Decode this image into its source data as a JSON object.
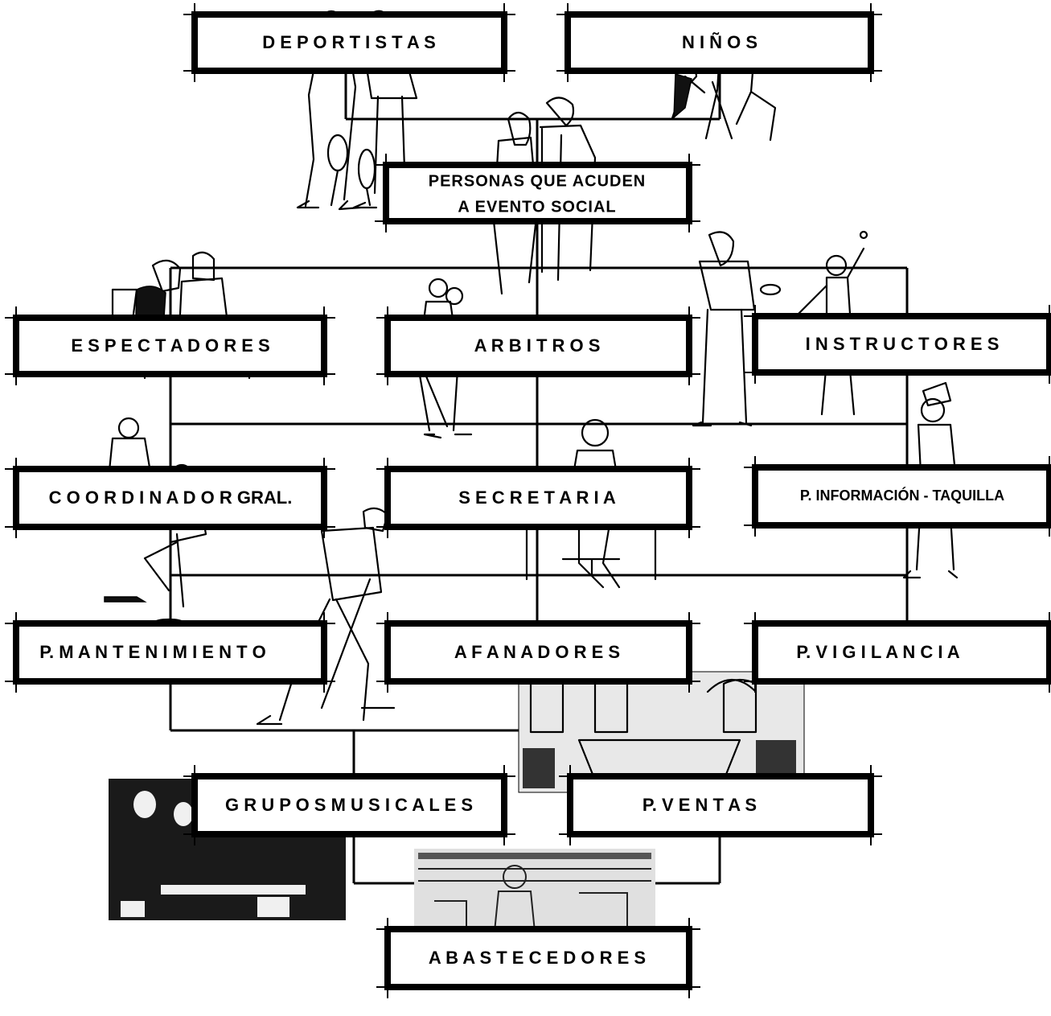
{
  "diagram": {
    "nodes": [
      {
        "id": "deportistas",
        "label": "D E P O R T I S T A S"
      },
      {
        "id": "ninos",
        "label": "N I Ñ O S"
      },
      {
        "id": "evento_social_1",
        "label": "PERSONAS QUE ACUDEN"
      },
      {
        "id": "evento_social_2",
        "label": "A EVENTO SOCIAL"
      },
      {
        "id": "espectadores",
        "label": "E S P E C T A D O R E S"
      },
      {
        "id": "arbitros",
        "label": "A R B I T R O S"
      },
      {
        "id": "instructores",
        "label": "I N S T R U C T O R E S"
      },
      {
        "id": "coordinador",
        "label": "C O O R D I N A D O R   GRAL."
      },
      {
        "id": "secretaria",
        "label": "S E C R E T A R I A"
      },
      {
        "id": "informacion",
        "label": "P. INFORMACIÓN - TAQUILLA"
      },
      {
        "id": "mantenimiento",
        "label": "P.  M A N T E N I M I E N T O"
      },
      {
        "id": "afanadores",
        "label": "A F A N A D O R E S"
      },
      {
        "id": "vigilancia",
        "label": "P.  V I G I L A N C I A"
      },
      {
        "id": "musicales",
        "label": "G R U P O S   M U S I C A L E S"
      },
      {
        "id": "ventas",
        "label": "P.   V E N T A S"
      },
      {
        "id": "abastecedores",
        "label": "A B A S T E C E D O R E S"
      }
    ],
    "illustrations": [
      {
        "id": "tennis-players",
        "icon": "tennis-players-icon"
      },
      {
        "id": "children-playing",
        "icon": "children-icon"
      },
      {
        "id": "couple",
        "icon": "couple-icon"
      },
      {
        "id": "spectators",
        "icon": "spectators-icon"
      },
      {
        "id": "referees",
        "icon": "referees-icon"
      },
      {
        "id": "instructor",
        "icon": "instructor-icon"
      },
      {
        "id": "coordinator-seated",
        "icon": "coordinator-icon"
      },
      {
        "id": "secretary-desk",
        "icon": "secretary-icon"
      },
      {
        "id": "ticket-clerk",
        "icon": "clerk-icon"
      },
      {
        "id": "maintenance-worker",
        "icon": "maintenance-icon"
      },
      {
        "id": "restaurant-scene",
        "icon": "restaurant-photo-icon"
      },
      {
        "id": "band-photo",
        "icon": "band-photo-icon"
      },
      {
        "id": "market-scene",
        "icon": "market-photo-icon"
      }
    ]
  }
}
